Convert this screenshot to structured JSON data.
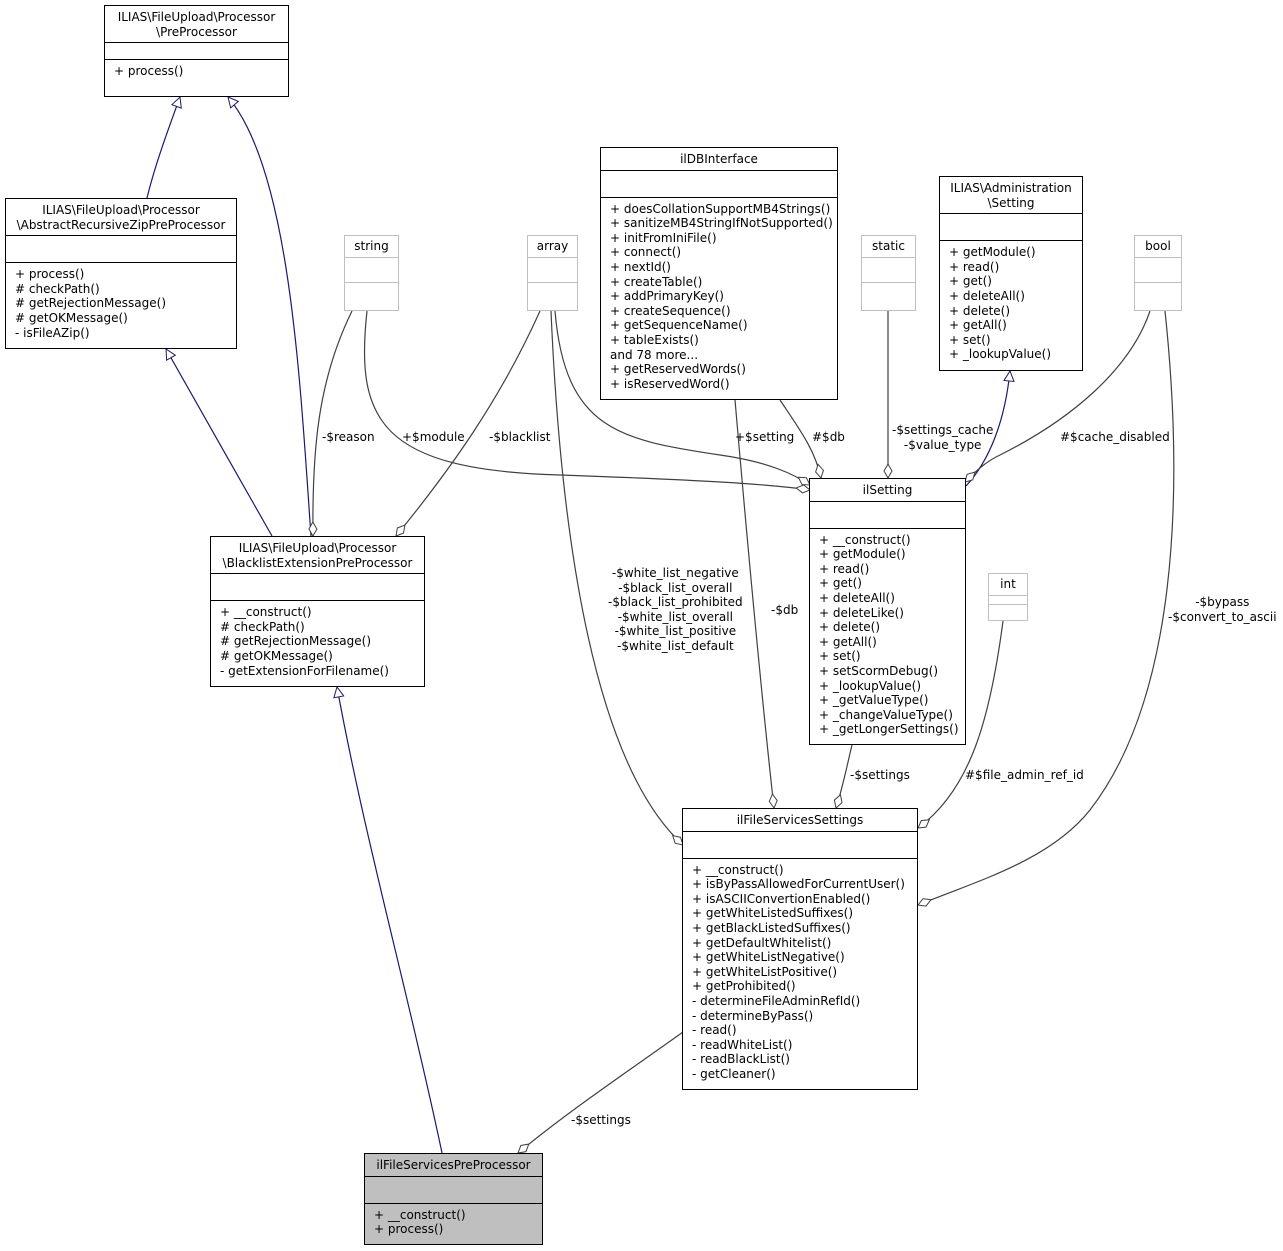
{
  "nodes": {
    "preprocessor": {
      "title": "ILIAS\\FileUpload\\Processor\n\\PreProcessor",
      "ops": [
        "+ process()"
      ]
    },
    "abstract_zip": {
      "title": "ILIAS\\FileUpload\\Processor\n\\AbstractRecursiveZipPreProcessor",
      "ops": [
        "+ process()",
        "# checkPath()",
        "# getRejectionMessage()",
        "# getOKMessage()",
        "- isFileAZip()"
      ]
    },
    "blacklist": {
      "title": "ILIAS\\FileUpload\\Processor\n\\BlacklistExtensionPreProcessor",
      "ops": [
        "+ __construct()",
        "# checkPath()",
        "# getRejectionMessage()",
        "# getOKMessage()",
        "- getExtensionForFilename()"
      ]
    },
    "string": {
      "title": "string"
    },
    "array": {
      "title": "array"
    },
    "static": {
      "title": "static"
    },
    "bool": {
      "title": "bool"
    },
    "int": {
      "title": "int"
    },
    "ildb": {
      "title": "ilDBInterface",
      "ops": [
        "+ doesCollationSupportMB4Strings()",
        "+ sanitizeMB4StringIfNotSupported()",
        "+ initFromIniFile()",
        "+ connect()",
        "+ nextId()",
        "+ createTable()",
        "+ addPrimaryKey()",
        "+ createSequence()",
        "+ getSequenceName()",
        "+ tableExists()",
        "and 78 more...",
        "+ getReservedWords()",
        "+ isReservedWord()"
      ]
    },
    "admin_setting": {
      "title": "ILIAS\\Administration\n\\Setting",
      "ops": [
        "+ getModule()",
        "+ read()",
        "+ get()",
        "+ deleteAll()",
        "+ delete()",
        "+ getAll()",
        "+ set()",
        "+ _lookupValue()"
      ]
    },
    "ilsetting": {
      "title": "ilSetting",
      "ops": [
        "+ __construct()",
        "+ getModule()",
        "+ read()",
        "+ get()",
        "+ deleteAll()",
        "+ deleteLike()",
        "+ delete()",
        "+ getAll()",
        "+ set()",
        "+ setScormDebug()",
        "+ _lookupValue()",
        "+ _getValueType()",
        "+ _changeValueType()",
        "+ _getLongerSettings()"
      ]
    },
    "filesettings": {
      "title": "ilFileServicesSettings",
      "ops": [
        "+ __construct()",
        "+ isByPassAllowedForCurrentUser()",
        "+ isASCIIConvertionEnabled()",
        "+ getWhiteListedSuffixes()",
        "+ getBlackListedSuffixes()",
        "+ getDefaultWhitelist()",
        "+ getWhiteListNegative()",
        "+ getWhiteListPositive()",
        "+ getProhibited()",
        "- determineFileAdminRefId()",
        "- determineByPass()",
        "- read()",
        "- readWhiteList()",
        "- readBlackList()",
        "- getCleaner()"
      ]
    },
    "filepre": {
      "title": "ilFileServicesPreProcessor",
      "ops": [
        "+ __construct()",
        "+ process()"
      ]
    }
  },
  "labels": {
    "reason": "-$reason",
    "module": "+$module",
    "blacklist": "-$blacklist",
    "setting": "+$setting",
    "db1": "#$db",
    "settings_cache": "-$settings_cache\n-$value_type",
    "cache_disabled": "#$cache_disabled",
    "white_lists": "-$white_list_negative\n-$black_list_overall\n-$black_list_prohibited\n-$white_list_overall\n-$white_list_positive\n-$white_list_default",
    "db2": "-$db",
    "bypass": "-$bypass\n-$convert_to_ascii",
    "settings1": "-$settings",
    "file_admin": "#$file_admin_ref_id",
    "settings2": "-$settings"
  },
  "colors": {
    "inherit": "#191970",
    "assoc": "#404040",
    "focus_fill": "#bfbfbf",
    "prim_border": "#bfbfbf"
  }
}
